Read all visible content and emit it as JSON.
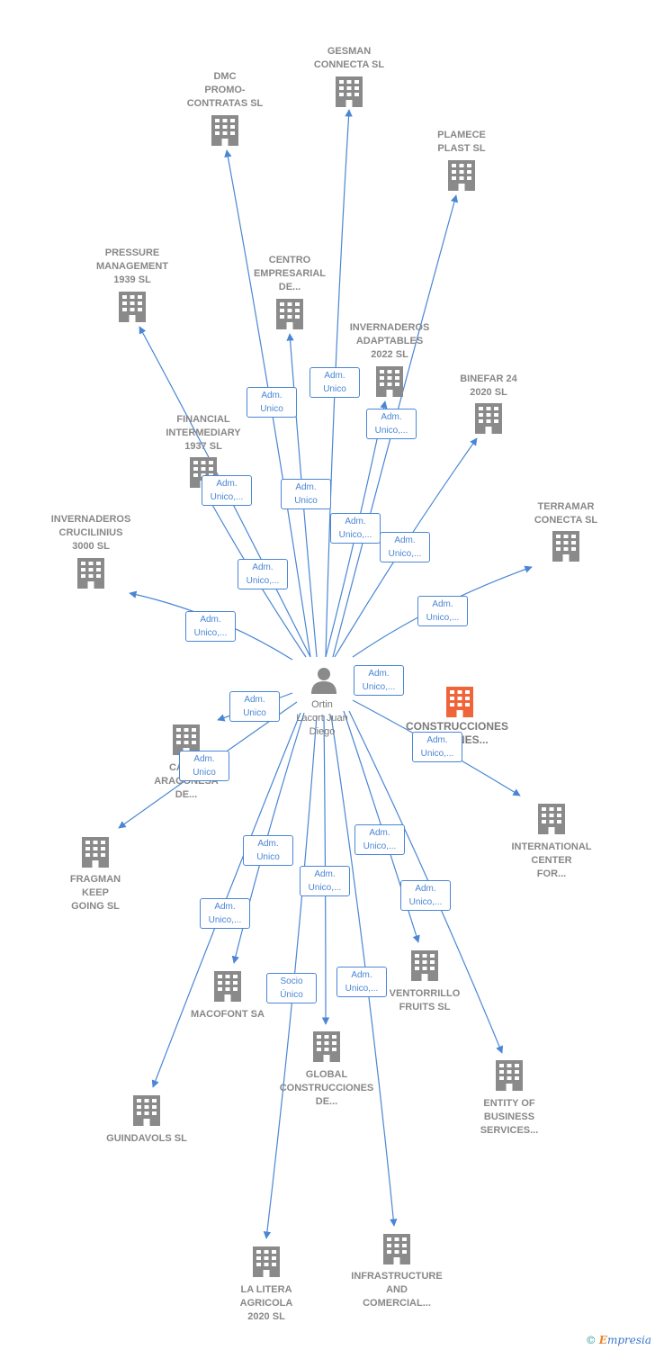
{
  "colors": {
    "edge": "#4a86d4",
    "building": "#8a8a8a",
    "highlight_building": "#f0643a",
    "person": "#8a8a8a"
  },
  "person": {
    "name": "Ortin\nLacort Juan\nDiego",
    "icon": "person-icon"
  },
  "focus_company": {
    "name": "CONSTRUCCIONES\nR...       IONES...",
    "icon": "building-icon"
  },
  "companies": [
    {
      "name": "GESMAN\nCONNECTA SL",
      "icon": "building-icon"
    },
    {
      "name": "DMC\nPROMO-\nCONTRATAS SL",
      "icon": "building-icon"
    },
    {
      "name": "PLAMECE\nPLAST SL",
      "icon": "building-icon"
    },
    {
      "name": "PRESSURE\nMANAGEMENT\n1939 SL",
      "icon": "building-icon"
    },
    {
      "name": "CENTRO\nEMPRESARIAL\nDE...",
      "icon": "building-icon"
    },
    {
      "name": "INVERNADEROS\nADAPTABLES\n2022 SL",
      "icon": "building-icon"
    },
    {
      "name": "BINEFAR 24\n2020 SL",
      "icon": "building-icon"
    },
    {
      "name": "FINANCIAL\nINTERMEDIARY\n1937 SL",
      "icon": "building-icon"
    },
    {
      "name": "INVERNADEROS\nCRUCILINIUS\n3000 SL",
      "icon": "building-icon"
    },
    {
      "name": "TERRAMAR\nCONECTA SL",
      "icon": "building-icon"
    },
    {
      "name": "CATA...\nARAGONESA\nDE...",
      "icon": "building-icon"
    },
    {
      "name": "FRAGMAN\nKEEP\nGOING SL",
      "icon": "building-icon"
    },
    {
      "name": "INTERNATIONAL\nCENTER\nFOR...",
      "icon": "building-icon"
    },
    {
      "name": "MACOFONT SA",
      "icon": "building-icon"
    },
    {
      "name": "VENTORRILLO\nFRUITS SL",
      "icon": "building-icon"
    },
    {
      "name": "GLOBAL\nCONSTRUCCIONES\nDE...",
      "icon": "building-icon"
    },
    {
      "name": "ENTITY OF\nBUSINESS\nSERVICES...",
      "icon": "building-icon"
    },
    {
      "name": "GUINDAVOLS SL",
      "icon": "building-icon"
    },
    {
      "name": "LA LITERA\nAGRICOLA\n2020 SL",
      "icon": "building-icon"
    },
    {
      "name": "INFRASTRUCTURE\nAND\nCOMERCIAL...",
      "icon": "building-icon"
    }
  ],
  "roles": [
    "Adm.\nUnico",
    "Adm.\nUnico",
    "Adm.\nUnico,...",
    "Adm.\nUnico,...",
    "Adm.\nUnico",
    "Adm.\nUnico,...",
    "Adm.\nUnico,...",
    "Adm.\nUnico,...",
    "Adm.\nUnico,...",
    "Adm.\nUnico,...",
    "Adm.\nUnico",
    "Adm.\nUnico",
    "Adm.\nUnico,...",
    "Adm.\nUnico",
    "Adm.\nUnico,...",
    "Adm.\nUnico,...",
    "Adm.\nUnico,...",
    "Adm.\nUnico,...",
    "Adm.\nUnico,...",
    "Socio\nÚnico",
    "Adm.\nUnico,..."
  ],
  "footer": {
    "copyright": "©",
    "brand_initial": "E",
    "brand_rest": "mpresia"
  }
}
